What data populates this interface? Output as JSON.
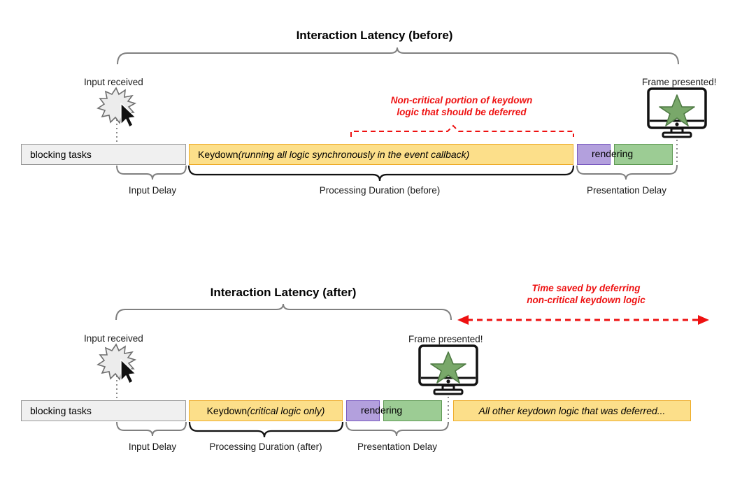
{
  "diagram": {
    "type": "timeline-comparison",
    "sections": [
      {
        "id": "before",
        "title": "Interaction Latency (before)",
        "markers": {
          "input_received": "Input received",
          "frame_presented": "Frame presented!"
        },
        "annotation": {
          "line1": "Non-critical portion of keydown",
          "line2": "logic that should be deferred",
          "color": "#ee1111"
        },
        "bars": [
          {
            "name": "blocking-tasks",
            "label": "blocking tasks",
            "label_italic": "",
            "color": "#f0f0f0",
            "border": "#999999"
          },
          {
            "name": "keydown",
            "label": "Keydown ",
            "label_italic": "(running all logic synchronously in the event callback)",
            "color": "#fcdf8a",
            "border": "#eeac2a"
          },
          {
            "name": "presentation-purple",
            "label": "",
            "label_italic": "",
            "color": "#b3a0dd",
            "border": "#7a5cc0"
          },
          {
            "name": "presentation-green",
            "label": "",
            "label_italic": "",
            "color": "#9ccc94",
            "border": "#5f9a54"
          }
        ],
        "rendering_label": "rendering",
        "phase_labels": [
          "Input Delay",
          "Processing Duration (before)",
          "Presentation Delay"
        ]
      },
      {
        "id": "after",
        "title": "Interaction Latency (after)",
        "markers": {
          "input_received": "Input received",
          "frame_presented": "Frame presented!"
        },
        "annotation": {
          "line1": "Time saved by deferring",
          "line2": "non-critical keydown logic",
          "color": "#ee1111"
        },
        "bars": [
          {
            "name": "blocking-tasks",
            "label": "blocking tasks",
            "label_italic": "",
            "color": "#f0f0f0",
            "border": "#999999"
          },
          {
            "name": "keydown",
            "label": "Keydown ",
            "label_italic": "(critical logic only)",
            "color": "#fcdf8a",
            "border": "#eeac2a"
          },
          {
            "name": "presentation-purple",
            "label": "",
            "label_italic": "",
            "color": "#b3a0dd",
            "border": "#7a5cc0"
          },
          {
            "name": "presentation-green",
            "label": "",
            "label_italic": "",
            "color": "#9ccc94",
            "border": "#5f9a54"
          },
          {
            "name": "deferred-work",
            "label": "",
            "label_italic": "All other keydown logic that was deferred...",
            "color": "#fcdf8a",
            "border": "#eeac2a"
          }
        ],
        "rendering_label": "rendering",
        "phase_labels": [
          "Input Delay",
          "Processing Duration (after)",
          "Presentation Delay"
        ]
      }
    ],
    "icons": {
      "burst_cursor": "burst-cursor-icon",
      "monitor_star": "monitor-star-icon"
    },
    "colors": {
      "accent_red": "#ee1111",
      "yellow_fill": "#fcdf8a",
      "yellow_border": "#eeac2a",
      "purple_fill": "#b3a0dd",
      "purple_border": "#7a5cc0",
      "green_fill": "#9ccc94",
      "green_border": "#5f9a54",
      "grey_fill": "#f0f0f0",
      "grey_border": "#999999",
      "brace_grey": "#808080",
      "brace_black": "#111111"
    }
  }
}
